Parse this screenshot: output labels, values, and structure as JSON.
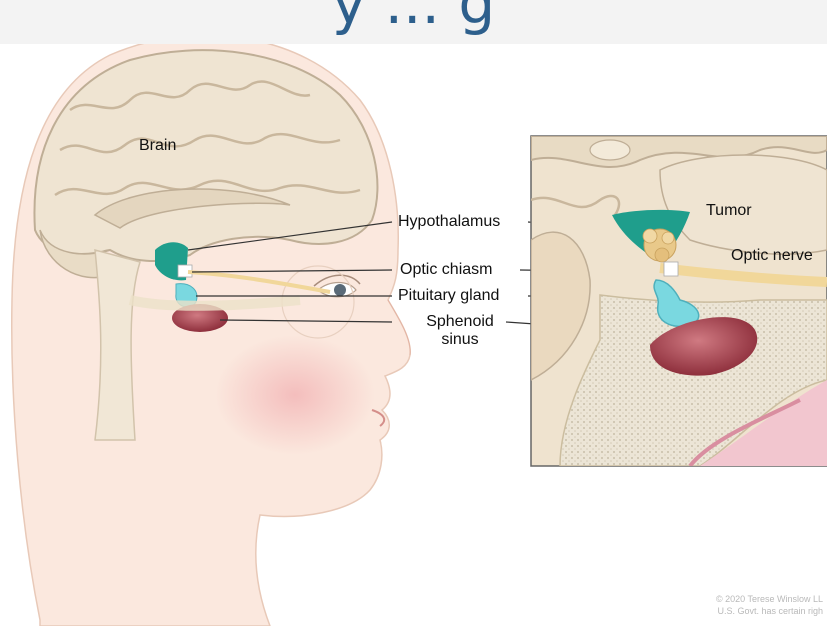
{
  "banner": {
    "partial_text": "y  ...  g"
  },
  "labels": {
    "brain": "Brain",
    "hypothalamus": "Hypothalamus",
    "optic_chiasm": "Optic chiasm",
    "pituitary_gland": "Pituitary gland",
    "sphenoid_line1": "Sphenoid",
    "sphenoid_line2": "sinus",
    "tumor": "Tumor",
    "optic_nerve": "Optic nerve"
  },
  "credit": {
    "line1": "© 2020 Terese Winslow LL",
    "line2": "U.S. Govt. has certain righ"
  },
  "colors": {
    "skin": "#fbe6dc",
    "brain": "#efe4d2",
    "hypothalamus": "#1f9e8c",
    "pituitary": "#7ad8e0",
    "sinus": "#a2434e",
    "tumor": "#e9c98a",
    "banner_text": "#2d5f8c"
  }
}
